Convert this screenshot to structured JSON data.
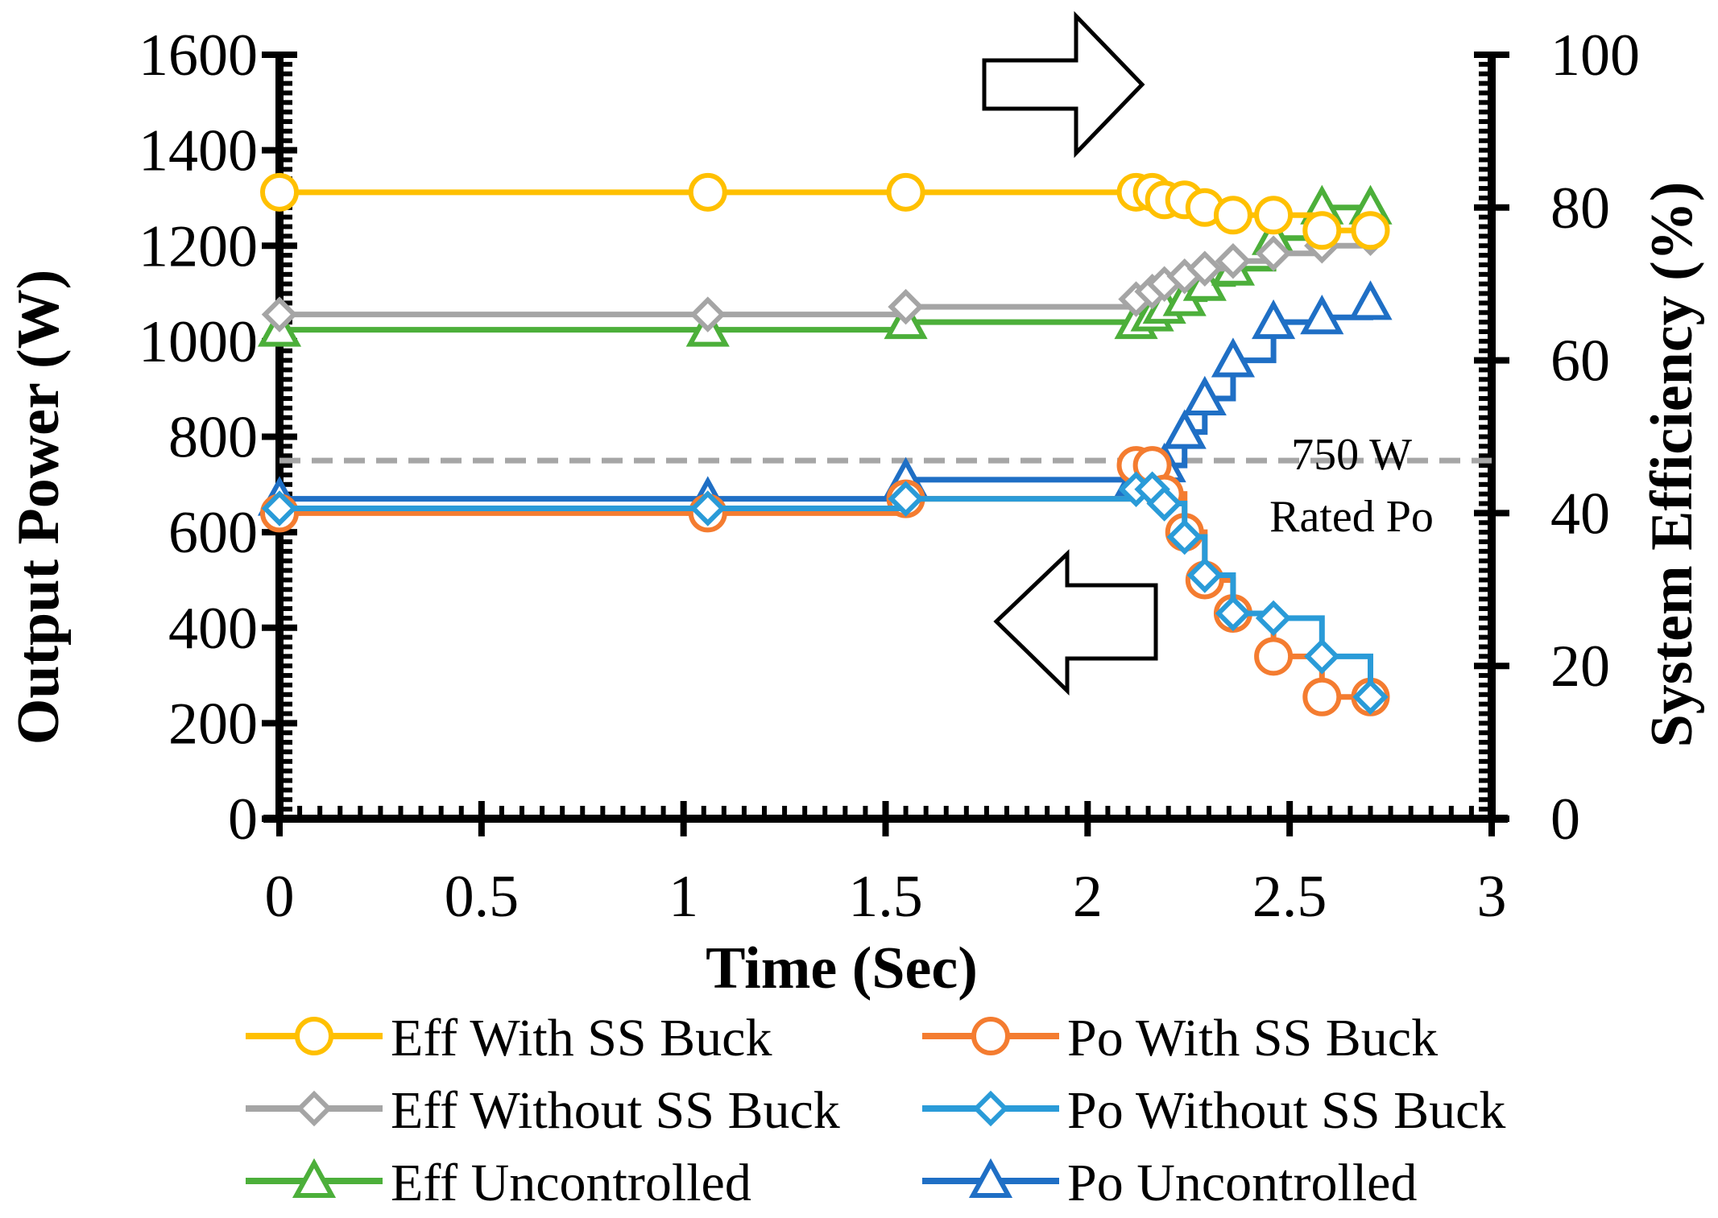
{
  "chart_data": {
    "type": "line",
    "x_axis": {
      "label": "Time (Sec)",
      "min": 0,
      "max": 3,
      "ticks": [
        "0",
        "0.5",
        "1",
        "1.5",
        "2",
        "2.5",
        "3"
      ]
    },
    "y_left": {
      "label": "Output Power (W)",
      "min": 0,
      "max": 1600,
      "ticks": [
        "0",
        "200",
        "400",
        "600",
        "800",
        "1000",
        "1200",
        "1400",
        "1600"
      ]
    },
    "y_right": {
      "label": "System Efficiency (%)",
      "min": 0,
      "max": 100,
      "ticks": [
        "0",
        "20",
        "40",
        "60",
        "80",
        "100"
      ]
    },
    "reference_line": {
      "value": 750,
      "axis": "left",
      "label_line1": "750 W",
      "label_line2": "Rated  Po",
      "color": "#A6A6A6"
    },
    "series": [
      {
        "name": "Eff With SS Buck",
        "axis": "right",
        "marker": "circle",
        "color": "#FFC000",
        "x": [
          0,
          1.06,
          1.55,
          2.12,
          2.16,
          2.19,
          2.24,
          2.29,
          2.36,
          2.46,
          2.58,
          2.7
        ],
        "y": [
          82,
          82,
          82,
          82,
          82,
          81,
          81,
          80,
          79,
          79,
          77,
          77
        ]
      },
      {
        "name": "Eff Without SS Buck",
        "axis": "right",
        "marker": "diamond",
        "color": "#A5A5A5",
        "x": [
          0,
          1.06,
          1.55,
          2.12,
          2.16,
          2.19,
          2.24,
          2.29,
          2.36,
          2.46,
          2.58,
          2.7
        ],
        "y": [
          66,
          66,
          67,
          68,
          69,
          70,
          71,
          72,
          73,
          74,
          75,
          76
        ]
      },
      {
        "name": "Eff Uncontrolled",
        "axis": "right",
        "marker": "triangle",
        "color": "#4CAF3A",
        "x": [
          0,
          1.06,
          1.55,
          2.12,
          2.16,
          2.19,
          2.24,
          2.29,
          2.36,
          2.46,
          2.58,
          2.7
        ],
        "y": [
          64,
          64,
          65,
          65,
          66,
          67,
          68,
          70,
          72,
          76,
          80,
          80
        ]
      },
      {
        "name": "Po With SS Buck",
        "axis": "left",
        "marker": "circle",
        "color": "#F47C30",
        "x": [
          0,
          1.06,
          1.55,
          2.12,
          2.16,
          2.19,
          2.24,
          2.29,
          2.36,
          2.46,
          2.58,
          2.7
        ],
        "y": [
          640,
          640,
          670,
          740,
          740,
          680,
          600,
          500,
          430,
          340,
          255,
          255
        ]
      },
      {
        "name": "Po Without SS Buck",
        "axis": "left",
        "marker": "diamond",
        "color": "#2A9BD8",
        "x": [
          0,
          1.06,
          1.55,
          2.12,
          2.16,
          2.19,
          2.24,
          2.29,
          2.36,
          2.46,
          2.58,
          2.7
        ],
        "y": [
          650,
          650,
          670,
          690,
          690,
          660,
          590,
          510,
          430,
          420,
          340,
          255
        ]
      },
      {
        "name": "Po Uncontrolled",
        "axis": "left",
        "marker": "triangle",
        "color": "#1F6FC5",
        "x": [
          0,
          1.06,
          1.55,
          2.12,
          2.16,
          2.19,
          2.24,
          2.29,
          2.36,
          2.46,
          2.58,
          2.7
        ],
        "y": [
          670,
          670,
          710,
          710,
          720,
          740,
          810,
          880,
          960,
          1040,
          1050,
          1080
        ]
      }
    ],
    "legend": {
      "position": "bottom",
      "columns": 2
    },
    "grid": false
  }
}
